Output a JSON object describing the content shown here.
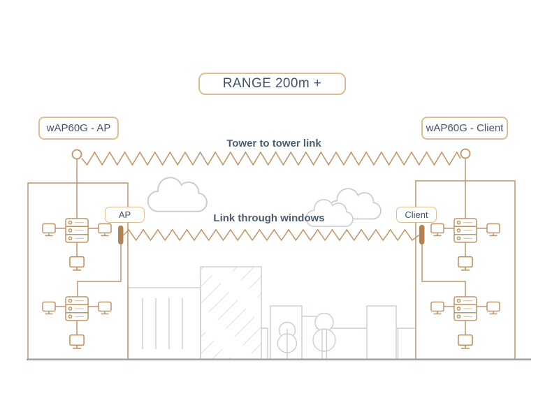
{
  "badge": {
    "range": "RANGE 200m +"
  },
  "nodes": {
    "ap_device_label": "wAP60G - AP",
    "client_device_label": "wAP60G - Client",
    "ap_tag": "AP",
    "client_tag": "Client"
  },
  "links": {
    "tower_link_label": "Tower to tower link",
    "window_link_label": "Link through windows"
  },
  "icons": {
    "antenna_node": "circle-node-icon",
    "wireless_link": "zigzag-line",
    "lan_switch": "rack-server-icon",
    "workstation": "desktop-monitor-icon",
    "sky": "cloud-outline-icon",
    "vegetation": "tree-outline-icon"
  },
  "colors": {
    "accent_tan": "#bf9468",
    "device_fill": "#b28351",
    "pill_border": "#ddbd92",
    "text_dark": "#42536a",
    "skyline_gray": "#c9ced2",
    "ground_gray": "#9aa1a7"
  }
}
